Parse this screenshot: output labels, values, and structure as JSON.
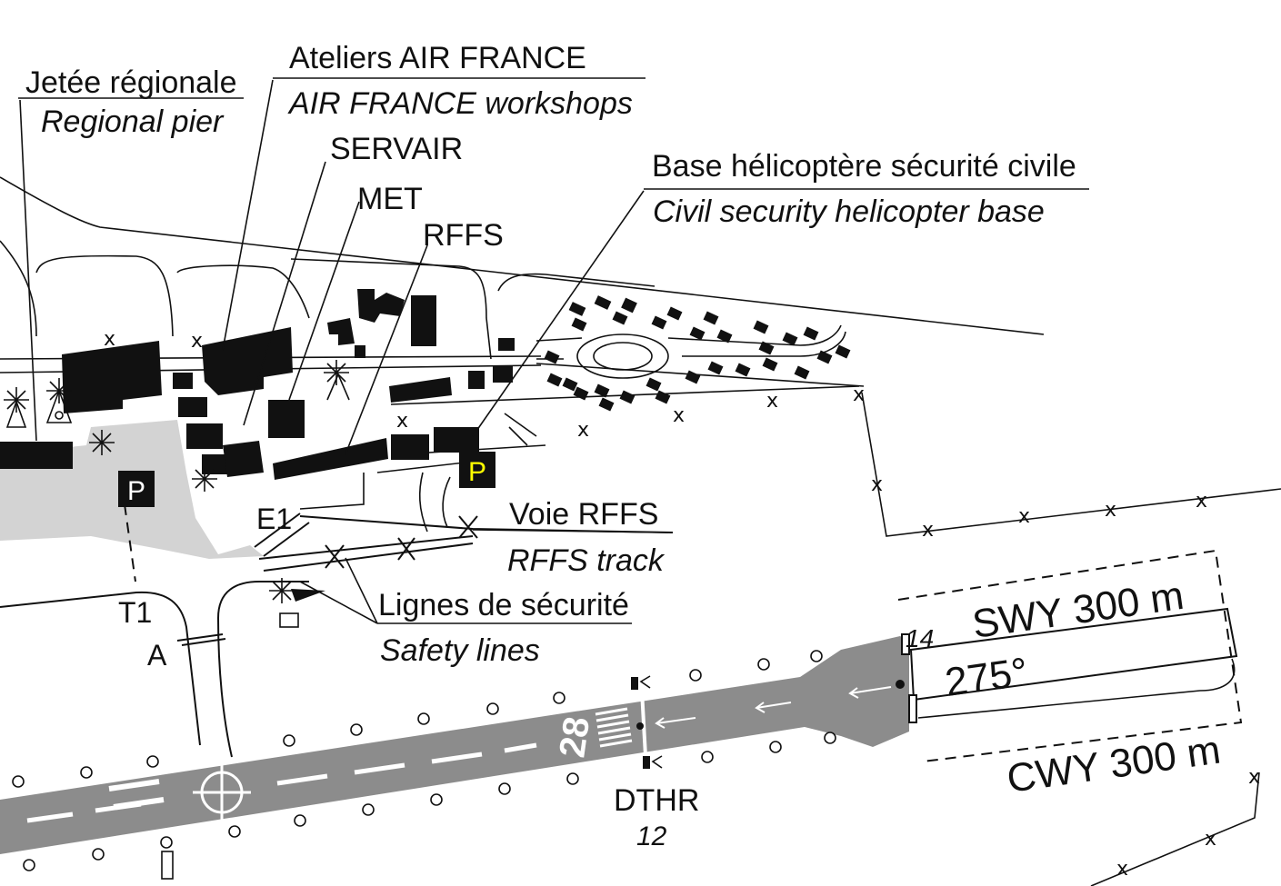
{
  "labels": {
    "regional_pier_fr": "Jetée régionale",
    "regional_pier_en": "Regional pier",
    "af_workshops_fr": "Ateliers AIR FRANCE",
    "af_workshops_en": "AIR FRANCE workshops",
    "servair": "SERVAIR",
    "met": "MET",
    "rffs": "RFFS",
    "heli_base_fr": "Base hélicoptère sécurité civile",
    "heli_base_en": "Civil security helicopter base",
    "rffs_track_fr": "Voie RFFS",
    "rffs_track_en": "RFFS track",
    "safety_lines_fr": "Lignes de sécurité",
    "safety_lines_en": "Safety lines",
    "parking_1": "P",
    "parking_2": "P",
    "taxiway_e1": "E1",
    "taxiway_t1": "T1",
    "taxiway_a": "A",
    "swy": "SWY 300 m",
    "cwy": "CWY 300 m",
    "heading": "275°",
    "threshold_14": "14",
    "runway_number": "28",
    "dthr": "DTHR",
    "dthr_value": "12"
  },
  "colors": {
    "ink": "#111111",
    "runway": "#8c8c8c",
    "apron": "#d3d3d3",
    "parking_highlight": "#ffff00"
  }
}
